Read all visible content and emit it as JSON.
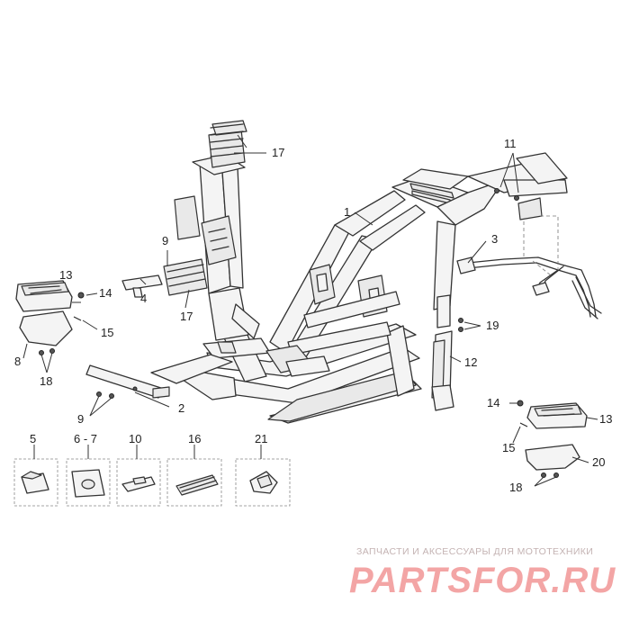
{
  "callouts": {
    "c1": "1",
    "c2": "2",
    "c3": "3",
    "c4": "4",
    "c5": "5",
    "c6_7": "6 - 7",
    "c8": "8",
    "c9a": "9",
    "c9b": "9",
    "c10": "10",
    "c11": "11",
    "c12": "12",
    "c13a": "13",
    "c13b": "13",
    "c14a": "14",
    "c14b": "14",
    "c15a": "15",
    "c15b": "15",
    "c16": "16",
    "c17a": "17",
    "c17b": "17",
    "c18a": "18",
    "c18b": "18",
    "c19": "19",
    "c20": "20",
    "c21": "21"
  },
  "watermark": {
    "tagline": "ЗАПЧАСТИ И АКСЕССУАРЫ ДЛЯ МОТОТЕХНИКИ",
    "brand": "PARTSFOR.RU"
  }
}
